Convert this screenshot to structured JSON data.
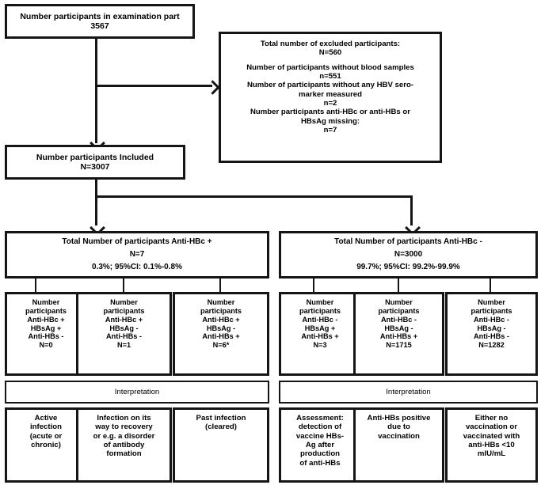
{
  "diagram": {
    "title": "HBV serology participant flow chart",
    "type": "flowchart",
    "colors": {
      "line": "#151515",
      "background": "#ffffff",
      "text": "#000000"
    }
  },
  "nodes": {
    "enrolled": {
      "lines": [
        "Number participants in examination part",
        "3567"
      ]
    },
    "excluded": {
      "lines": [
        "Total number of excluded participants:",
        "N=560",
        "",
        "Number of participants without blood samples",
        "n=551",
        "Number of participants without any HBV sero-",
        "marker measured",
        "n=2",
        "Number participants anti-HBc or anti-HBs or",
        "HBsAg missing:",
        "n=7"
      ]
    },
    "included": {
      "lines": [
        "Number participants Included",
        "N=3007"
      ]
    },
    "anti_hbc_pos": {
      "lines": [
        "Total Number of participants Anti-HBc +",
        "N=7",
        "0.3%; 95%CI: 0.1%-0.8%"
      ]
    },
    "anti_hbc_neg": {
      "lines": [
        "Total Number of participants Anti-HBc -",
        "N=3000",
        "99.7%; 95%CI: 99.2%-99.9%"
      ]
    }
  },
  "left_branch": {
    "interpretation_label": "Interpretation",
    "subgroups": [
      {
        "lines": [
          "Number",
          "participants",
          "Anti-HBc +",
          "HBsAg +",
          "Anti-HBs -",
          "N=0"
        ],
        "interpretation": [
          "Active",
          "infection",
          "(acute or",
          "chronic)"
        ]
      },
      {
        "lines": [
          "Number",
          "participants",
          "Anti-HBc +",
          "HBsAg -",
          "Anti-HBs -",
          "N=1"
        ],
        "interpretation": [
          "Infection on its",
          "way to recovery",
          "or e.g. a disorder",
          "of antibody",
          "formation"
        ]
      },
      {
        "lines": [
          "Number",
          "participants",
          "Anti-HBc +",
          "HBsAg -",
          "Anti-HBs +",
          "N=6*"
        ],
        "interpretation": [
          "Past infection",
          "(cleared)"
        ]
      }
    ]
  },
  "right_branch": {
    "interpretation_label": "Interpretation",
    "subgroups": [
      {
        "lines": [
          "Number",
          "participants",
          "Anti-HBc -",
          "HBsAg +",
          "Anti-HBs +",
          "N=3"
        ],
        "interpretation": [
          "Assessment:",
          "detection of",
          "vaccine HBs-",
          "Ag after",
          "production",
          "of anti-HBs"
        ]
      },
      {
        "lines": [
          "Number",
          "participants",
          "Anti-HBc -",
          "HBsAg -",
          "Anti-HBs +",
          "N=1715"
        ],
        "interpretation": [
          "Anti-HBs positive",
          "due to",
          "vaccination"
        ]
      },
      {
        "lines": [
          "Number",
          "participants",
          "Anti-HBc -",
          "HBsAg -",
          "Anti-HBs -",
          "N=1282"
        ],
        "interpretation": [
          "Either no",
          "vaccination or",
          "vaccinated with",
          "anti-HBs <10",
          "mIU/mL"
        ]
      }
    ]
  }
}
